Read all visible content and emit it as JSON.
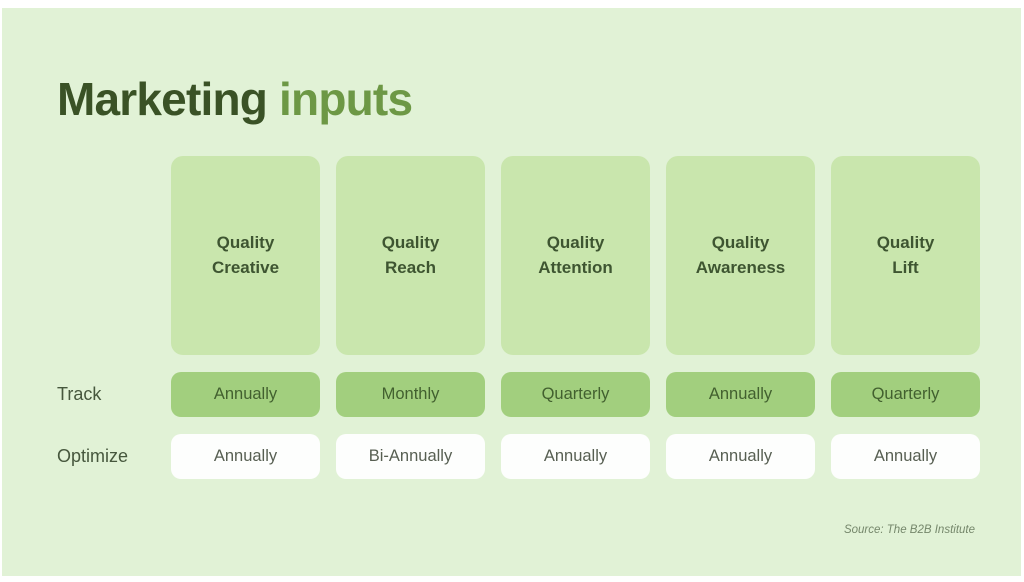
{
  "title": {
    "primary": "Marketing",
    "secondary": " inputs"
  },
  "row_labels": {
    "track": "Track",
    "optimize": "Optimize"
  },
  "columns": [
    {
      "header": "Quality\nCreative",
      "track": "Annually",
      "optimize": "Annually"
    },
    {
      "header": "Quality\nReach",
      "track": "Monthly",
      "optimize": "Bi-Annually"
    },
    {
      "header": "Quality\nAttention",
      "track": "Quarterly",
      "optimize": "Annually"
    },
    {
      "header": "Quality\nAwareness",
      "track": "Annually",
      "optimize": "Annually"
    },
    {
      "header": "Quality\nLift",
      "track": "Quarterly",
      "optimize": "Annually"
    }
  ],
  "source": "Source: The B2B Institute",
  "colors": {
    "bg": "#e1f2d6",
    "card": "#c9e6ad",
    "track-pill": "#a2cf7e",
    "optimize-pill": "#fdfefd",
    "title-primary": "#3a5226",
    "title-secondary": "#6d9845",
    "card-text": "#3e5531",
    "track-text": "#42602f",
    "optimize-text": "#575f52",
    "label-text": "#46573d",
    "source-text": "#75876b"
  },
  "chart_data": {
    "type": "table",
    "title": "Marketing inputs",
    "columns": [
      "Quality Creative",
      "Quality Reach",
      "Quality Attention",
      "Quality Awareness",
      "Quality Lift"
    ],
    "rows": [
      {
        "label": "Track",
        "values": [
          "Annually",
          "Monthly",
          "Quarterly",
          "Annually",
          "Quarterly"
        ]
      },
      {
        "label": "Optimize",
        "values": [
          "Annually",
          "Bi-Annually",
          "Annually",
          "Annually",
          "Annually"
        ]
      }
    ],
    "source": "Source: The B2B Institute",
    "legend_position": "none",
    "grid": false
  }
}
